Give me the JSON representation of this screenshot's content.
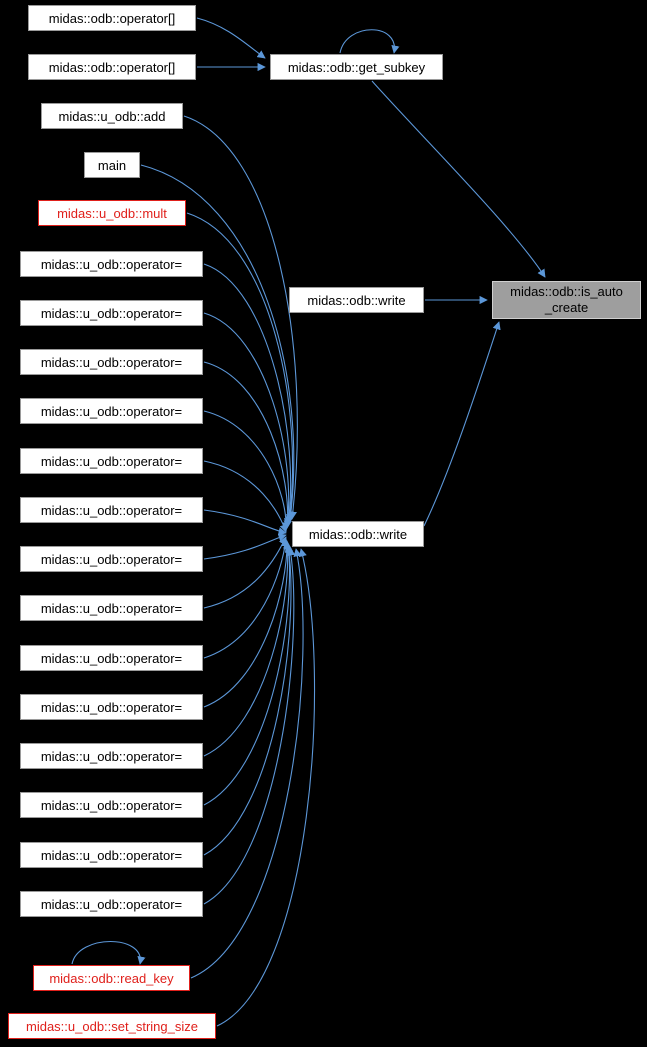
{
  "colors": {
    "background": "#000000",
    "edge": "#5c97d8",
    "node_bg": "#ffffff",
    "node_border": "#9a9a9a",
    "node_text": "#000000",
    "highlight": "#e0201b",
    "current_bg": "#9e9e9e"
  },
  "nodes": {
    "callers_left": [
      {
        "label": "midas::odb::operator[]"
      },
      {
        "label": "midas::odb::operator[]"
      },
      {
        "label": "midas::u_odb::add"
      },
      {
        "label": "main"
      },
      {
        "label": "midas::u_odb::mult"
      },
      {
        "label": "midas::u_odb::operator="
      },
      {
        "label": "midas::u_odb::operator="
      },
      {
        "label": "midas::u_odb::operator="
      },
      {
        "label": "midas::u_odb::operator="
      },
      {
        "label": "midas::u_odb::operator="
      },
      {
        "label": "midas::u_odb::operator="
      },
      {
        "label": "midas::u_odb::operator="
      },
      {
        "label": "midas::u_odb::operator="
      },
      {
        "label": "midas::u_odb::operator="
      },
      {
        "label": "midas::u_odb::operator="
      },
      {
        "label": "midas::u_odb::operator="
      },
      {
        "label": "midas::u_odb::operator="
      },
      {
        "label": "midas::u_odb::operator="
      },
      {
        "label": "midas::u_odb::operator="
      },
      {
        "label": "midas::odb::read_key"
      },
      {
        "label": "midas::u_odb::set_string_size"
      }
    ],
    "get_subkey": "midas::odb::get_subkey",
    "write_mid": "midas::odb::write",
    "write_center": "midas::odb::write",
    "is_auto_create_line1": "midas::odb::is_auto",
    "is_auto_create_line2": "_create"
  }
}
